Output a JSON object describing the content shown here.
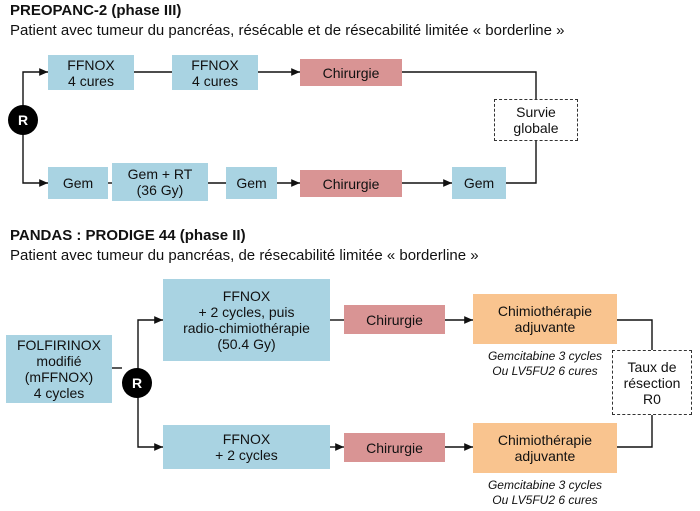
{
  "study1": {
    "title": "PREOPANC-2 (phase III)",
    "subtitle": "Patient avec tumeur du pancréas, résécable et de résecabilité limitée «  borderline  »",
    "randomization": "R",
    "arm_a": [
      "FFNOX\n4 cures",
      "FFNOX\n4 cures",
      "Chirurgie"
    ],
    "arm_b": [
      "Gem",
      "Gem + RT\n(36 Gy)",
      "Gem",
      "Chirurgie",
      "Gem"
    ],
    "endpoint": "Survie\nglobale"
  },
  "study2": {
    "title": "PANDAS : PRODIGE 44 (phase II)",
    "subtitle": "Patient avec tumeur du pancréas, de résecabilité limitée «  borderline  »",
    "start": "FOLFIRINOX\nmodifié\n(mFFNOX)\n4 cycles",
    "randomization": "R",
    "arm_a": [
      "FFNOX\n+ 2 cycles, puis\nradio-chimiothérapie\n(50.4 Gy)",
      "Chirurgie",
      "Chimiothérapie\nadjuvante"
    ],
    "arm_a_note": "Gemcitabine 3 cycles\nOu LV5FU2 6 cures",
    "arm_b": [
      "FFNOX\n+ 2 cycles",
      "Chirurgie",
      "Chimiothérapie\nadjuvante"
    ],
    "arm_b_note": "Gemcitabine 3 cycles\nOu LV5FU2 6 cures",
    "endpoint": "Taux de\nrésection\nR0"
  }
}
